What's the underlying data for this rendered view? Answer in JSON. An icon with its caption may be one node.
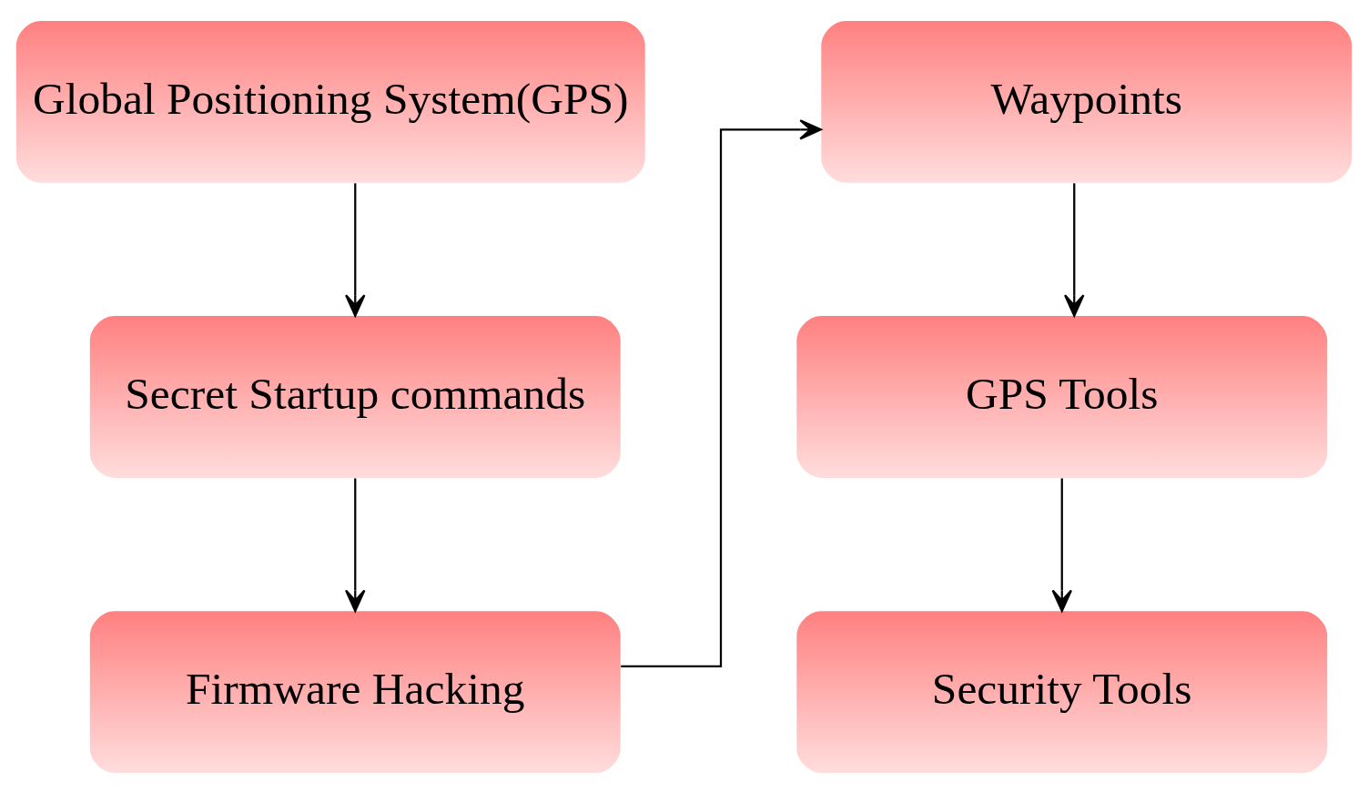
{
  "diagram": {
    "nodes": [
      {
        "text": [
          "Global Positioning System(GPS)"
        ]
      },
      {
        "text": [
          "Secret Startup commands"
        ]
      },
      {
        "text": [
          "Firmware Hacking"
        ]
      },
      {
        "text": [
          "Waypoints"
        ]
      },
      {
        "text": [
          "GPS Tools"
        ]
      },
      {
        "text": [
          "Security Tools"
        ]
      }
    ],
    "edges": [
      {
        "from": 0,
        "to": 1,
        "arrow": "to"
      },
      {
        "from": 1,
        "to": 2,
        "arrow": "to"
      },
      {
        "from": 2,
        "to": 3,
        "arrow": "to"
      },
      {
        "from": 3,
        "to": 4,
        "arrow": "to"
      },
      {
        "from": 4,
        "to": 5,
        "arrow": "to"
      }
    ]
  }
}
